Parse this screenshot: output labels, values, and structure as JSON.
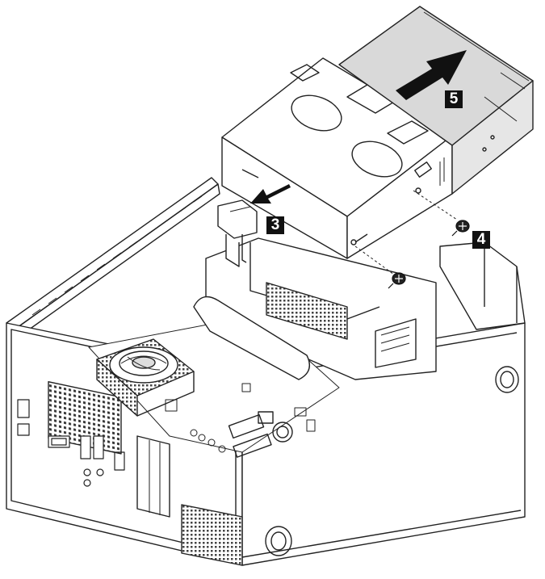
{
  "diagram": {
    "steps": [
      {
        "number": "3",
        "action": "disconnect-cable"
      },
      {
        "number": "4",
        "action": "remove-screw"
      },
      {
        "number": "5",
        "action": "slide-out-drive"
      }
    ],
    "colors": {
      "line": "#222222",
      "drive_body": "#d9d9d9",
      "arrow": "#111111",
      "label_bg": "#111111",
      "label_text": "#ffffff",
      "background": "#ffffff"
    },
    "icons": [
      "arrow-icon",
      "screw-icon",
      "cable-connector-icon",
      "cpu-fan-icon"
    ]
  }
}
